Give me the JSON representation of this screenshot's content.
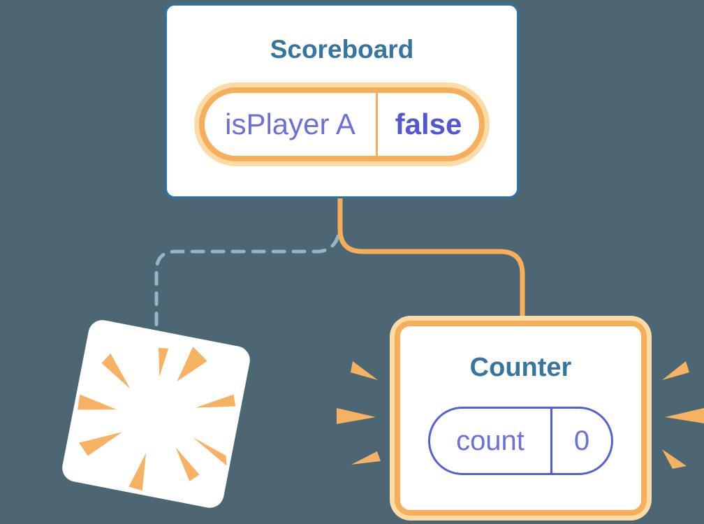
{
  "diagram": {
    "scoreboard": {
      "title": "Scoreboard",
      "state": {
        "key": "isPlayer A",
        "value": "false"
      }
    },
    "counter": {
      "title": "Counter",
      "state": {
        "key": "count",
        "value": "0"
      }
    }
  },
  "icons": {
    "sparkles": "sparkles-icon",
    "starburst": "starburst-icon",
    "emphasis_left": "emphasis-burst-left-icon",
    "emphasis_right": "emphasis-burst-right-icon"
  },
  "colors": {
    "background": "#4C6773",
    "card_fill": "#FFFFFF",
    "card_border_blue": "#2C73A8",
    "component_title": "#35759E",
    "orange": "#F6AE5B",
    "orange_halo": "#FBDCA9",
    "burst_orange": "#F7B163",
    "state_purple": "#6B70DB",
    "state_purple_bold": "#5457CF",
    "pill_purple_border": "#5560D5",
    "dashed_line": "#95B5CA"
  }
}
